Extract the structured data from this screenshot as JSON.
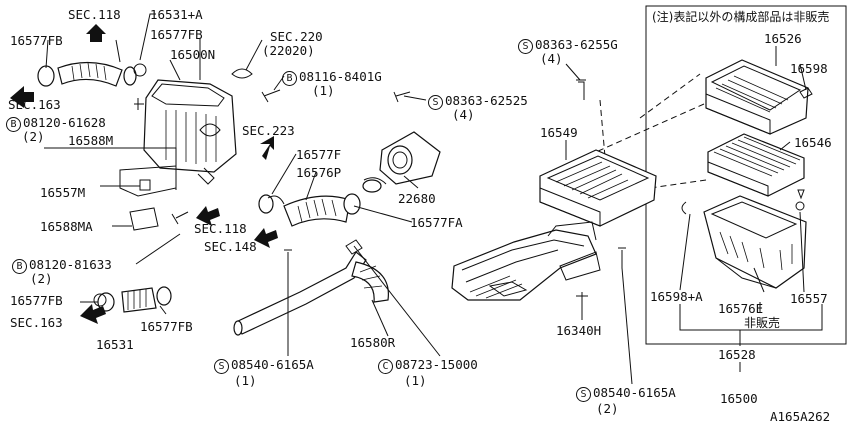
{
  "diagram_code": "A165A262",
  "note": "(注)表記以外の構成部品は非販売",
  "not_sold_label": "非販売",
  "sec_labels": {
    "sec118_top": "SEC.118",
    "sec163_left": "SEC.163",
    "sec220": "SEC.220",
    "sec220_sub": "(22020)",
    "sec223": "SEC.223",
    "sec118_mid": "SEC.118",
    "sec148": "SEC.148",
    "sec163_bottom": "SEC.163"
  },
  "parts": {
    "p16531A": "16531+A",
    "p16577FB_1": "16577FB",
    "p16577FB_2": "16577FB",
    "p16500N": "16500N",
    "b08116": "08116-8401G",
    "b08116_qty": "(1)",
    "s08363_62525": "08363-62525",
    "s08363_62525_qty": "(4)",
    "b08120_61628": "08120-61628",
    "b08120_61628_qty": "(2)",
    "p16588M": "16588M",
    "p16557M": "16557M",
    "p16588MA": "16588MA",
    "b08120_81633": "08120-81633",
    "b08120_81633_qty": "(2)",
    "p16577FB_3": "16577FB",
    "p16577FB_4": "16577FB",
    "p16531": "16531",
    "p16577F": "16577F",
    "p16576P": "16576P",
    "p22680": "22680",
    "p16577FA": "16577FA",
    "s08363_6255G": "08363-6255G",
    "s08363_6255G_qty": "(4)",
    "p16549": "16549",
    "p16580R": "16580R",
    "s08540_top": "08540-6165A",
    "s08540_top_qty": "(1)",
    "c08723": "08723-15000",
    "c08723_qty": "(1)",
    "p16340H": "16340H",
    "s08540_bottom": "08540-6165A",
    "s08540_bottom_qty": "(2)",
    "p16526": "16526",
    "p16598": "16598",
    "p16546": "16546",
    "p16598A": "16598+A",
    "p16557": "16557",
    "p16576E": "16576E",
    "p16528": "16528",
    "p16500": "16500"
  },
  "symbols": {
    "S": "S",
    "B": "B",
    "C": "C"
  }
}
